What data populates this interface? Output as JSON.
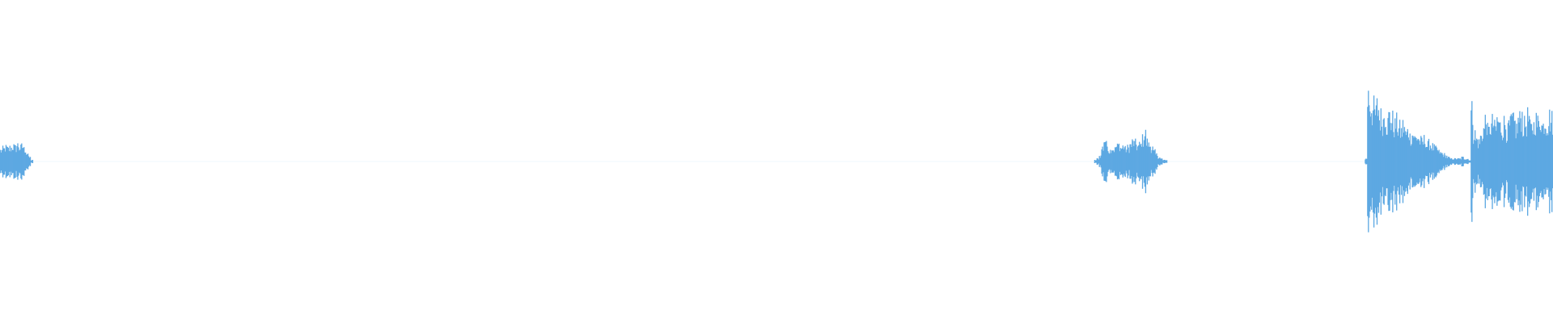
{
  "waveform": {
    "color": "#5DA8E2",
    "background": "#ffffff",
    "amplitude_envelope": [
      0.08,
      0.09,
      0.1,
      0.09,
      0.1,
      0.11,
      0.1,
      0.12,
      0.1,
      0.11,
      0.09,
      0.06,
      0.03,
      0.01,
      0.0,
      0.0,
      0.0,
      0.0,
      0.0,
      0.0,
      0.0,
      0.0,
      0.0,
      0.0,
      0.0,
      0.0,
      0.0,
      0.0,
      0.0,
      0.0,
      0.0,
      0.0,
      0.0,
      0.0,
      0.0,
      0.0,
      0.0,
      0.0,
      0.0,
      0.0,
      0.0,
      0.0,
      0.0,
      0.0,
      0.0,
      0.0,
      0.0,
      0.0,
      0.0,
      0.0,
      0.0,
      0.0,
      0.0,
      0.0,
      0.0,
      0.0,
      0.0,
      0.0,
      0.0,
      0.0,
      0.0,
      0.0,
      0.0,
      0.0,
      0.0,
      0.0,
      0.0,
      0.0,
      0.0,
      0.0,
      0.0,
      0.0,
      0.0,
      0.0,
      0.0,
      0.0,
      0.0,
      0.0,
      0.0,
      0.0,
      0.0,
      0.0,
      0.0,
      0.0,
      0.0,
      0.0,
      0.0,
      0.0,
      0.0,
      0.0,
      0.0,
      0.0,
      0.0,
      0.0,
      0.0,
      0.0,
      0.0,
      0.0,
      0.0,
      0.0,
      0.0,
      0.0,
      0.0,
      0.0,
      0.0,
      0.0,
      0.0,
      0.0,
      0.0,
      0.0,
      0.0,
      0.0,
      0.0,
      0.0,
      0.0,
      0.0,
      0.0,
      0.0,
      0.0,
      0.0,
      0.0,
      0.0,
      0.0,
      0.0,
      0.0,
      0.0,
      0.0,
      0.0,
      0.0,
      0.0,
      0.0,
      0.0,
      0.0,
      0.0,
      0.0,
      0.0,
      0.0,
      0.0,
      0.0,
      0.0,
      0.0,
      0.0,
      0.0,
      0.0,
      0.0,
      0.0,
      0.0,
      0.0,
      0.0,
      0.0,
      0.0,
      0.0,
      0.0,
      0.0,
      0.0,
      0.0,
      0.0,
      0.0,
      0.0,
      0.0,
      0.0,
      0.0,
      0.0,
      0.0,
      0.0,
      0.0,
      0.0,
      0.0,
      0.0,
      0.0,
      0.0,
      0.0,
      0.0,
      0.0,
      0.0,
      0.0,
      0.0,
      0.0,
      0.0,
      0.0,
      0.0,
      0.0,
      0.0,
      0.0,
      0.0,
      0.0,
      0.0,
      0.0,
      0.0,
      0.0,
      0.0,
      0.0,
      0.0,
      0.0,
      0.0,
      0.0,
      0.0,
      0.0,
      0.0,
      0.0,
      0.0,
      0.0,
      0.0,
      0.0,
      0.0,
      0.0,
      0.0,
      0.0,
      0.0,
      0.0,
      0.0,
      0.0,
      0.0,
      0.0,
      0.0,
      0.0,
      0.0,
      0.0,
      0.0,
      0.0,
      0.0,
      0.0,
      0.0,
      0.0,
      0.0,
      0.0,
      0.0,
      0.0,
      0.0,
      0.0,
      0.0,
      0.0,
      0.0,
      0.0,
      0.0,
      0.0,
      0.0,
      0.0,
      0.0,
      0.0,
      0.0,
      0.0,
      0.0,
      0.0,
      0.0,
      0.0,
      0.0,
      0.0,
      0.0,
      0.0,
      0.0,
      0.0,
      0.0,
      0.0,
      0.0,
      0.0,
      0.0,
      0.0,
      0.0,
      0.0,
      0.0,
      0.0,
      0.0,
      0.0,
      0.0,
      0.0,
      0.0,
      0.0,
      0.0,
      0.0,
      0.0,
      0.0,
      0.0,
      0.0,
      0.0,
      0.0,
      0.0,
      0.0,
      0.0,
      0.0,
      0.0,
      0.0,
      0.0,
      0.0,
      0.0,
      0.0,
      0.0,
      0.0,
      0.0,
      0.0,
      0.0,
      0.0,
      0.0,
      0.0,
      0.0,
      0.0,
      0.0,
      0.0,
      0.0,
      0.0,
      0.0,
      0.0,
      0.0,
      0.0,
      0.0,
      0.0,
      0.0,
      0.0,
      0.0,
      0.0,
      0.0,
      0.0,
      0.0,
      0.0,
      0.0,
      0.0,
      0.0,
      0.0,
      0.0,
      0.0,
      0.0,
      0.0,
      0.0,
      0.0,
      0.0,
      0.0,
      0.0,
      0.0,
      0.0,
      0.0,
      0.0,
      0.0,
      0.0,
      0.0,
      0.0,
      0.0,
      0.0,
      0.0,
      0.0,
      0.0,
      0.0,
      0.0,
      0.0,
      0.0,
      0.0,
      0.0,
      0.0,
      0.0,
      0.0,
      0.0,
      0.0,
      0.0,
      0.0,
      0.0,
      0.0,
      0.0,
      0.0,
      0.0,
      0.0,
      0.0,
      0.0,
      0.0,
      0.0,
      0.0,
      0.0,
      0.0,
      0.0,
      0.0,
      0.0,
      0.0,
      0.0,
      0.0,
      0.0,
      0.0,
      0.0,
      0.0,
      0.0,
      0.0,
      0.0,
      0.0,
      0.0,
      0.0,
      0.0,
      0.0,
      0.0,
      0.0,
      0.0,
      0.0,
      0.0,
      0.0,
      0.0,
      0.0,
      0.0,
      0.0,
      0.0,
      0.0,
      0.0,
      0.0,
      0.0,
      0.0,
      0.0,
      0.0,
      0.0,
      0.0,
      0.0,
      0.0,
      0.0,
      0.0,
      0.0,
      0.0,
      0.0,
      0.0,
      0.0,
      0.0,
      0.0,
      0.0,
      0.0,
      0.0,
      0.0,
      0.0,
      0.0,
      0.0,
      0.0,
      0.0,
      0.0,
      0.0,
      0.0,
      0.0,
      0.0,
      0.0,
      0.0,
      0.0,
      0.0,
      0.0,
      0.0,
      0.0,
      0.0,
      0.0,
      0.0,
      0.0,
      0.0,
      0.0,
      0.0,
      0.0,
      0.0,
      0.0,
      0.0,
      0.0,
      0.0,
      0.0,
      0.0,
      0.0,
      0.0,
      0.0,
      0.0,
      0.0,
      0.0,
      0.0,
      0.0,
      0.0,
      0.0,
      0.0,
      0.0,
      0.0,
      0.0,
      0.01,
      0.02,
      0.04,
      0.1,
      0.16,
      0.12,
      0.08,
      0.1,
      0.09,
      0.11,
      0.12,
      0.1,
      0.11,
      0.09,
      0.1,
      0.12,
      0.14,
      0.13,
      0.11,
      0.12,
      0.16,
      0.2,
      0.14,
      0.12,
      0.1,
      0.07,
      0.05,
      0.03,
      0.02,
      0.01,
      0.01,
      0.0,
      0.0,
      0.0,
      0.0,
      0.0,
      0.0,
      0.0,
      0.0,
      0.0,
      0.0,
      0.0,
      0.0,
      0.0,
      0.0,
      0.0,
      0.0,
      0.0,
      0.0,
      0.0,
      0.0,
      0.0,
      0.0,
      0.0,
      0.0,
      0.0,
      0.0,
      0.0,
      0.0,
      0.0,
      0.0,
      0.0,
      0.0,
      0.0,
      0.0,
      0.0,
      0.0,
      0.0,
      0.0,
      0.0,
      0.0,
      0.0,
      0.0,
      0.0,
      0.0,
      0.0,
      0.0,
      0.0,
      0.0,
      0.0,
      0.0,
      0.0,
      0.0,
      0.0,
      0.0,
      0.0,
      0.0,
      0.0,
      0.0,
      0.0,
      0.0,
      0.0,
      0.0,
      0.0,
      0.0,
      0.0,
      0.0,
      0.0,
      0.0,
      0.0,
      0.0,
      0.0,
      0.0,
      0.0,
      0.0,
      0.0,
      0.0,
      0.0,
      0.0,
      0.0,
      0.0,
      0.0,
      0.0,
      0.0,
      0.0,
      0.02,
      0.48,
      0.42,
      0.38,
      0.35,
      0.4,
      0.32,
      0.3,
      0.36,
      0.28,
      0.33,
      0.3,
      0.26,
      0.28,
      0.24,
      0.22,
      0.26,
      0.2,
      0.22,
      0.18,
      0.2,
      0.17,
      0.18,
      0.15,
      0.14,
      0.16,
      0.12,
      0.13,
      0.11,
      0.1,
      0.09,
      0.07,
      0.06,
      0.05,
      0.04,
      0.03,
      0.02,
      0.02,
      0.02,
      0.02,
      0.02,
      0.03,
      0.02,
      0.02,
      0.01,
      0.36,
      0.2,
      0.16,
      0.14,
      0.18,
      0.24,
      0.3,
      0.22,
      0.26,
      0.28,
      0.24,
      0.3,
      0.26,
      0.24,
      0.28,
      0.22,
      0.26,
      0.3,
      0.28,
      0.24,
      0.3,
      0.34,
      0.26,
      0.28,
      0.32,
      0.24,
      0.26,
      0.3,
      0.28,
      0.32,
      0.26,
      0.3,
      0.28,
      0.32,
      0.3
    ]
  }
}
